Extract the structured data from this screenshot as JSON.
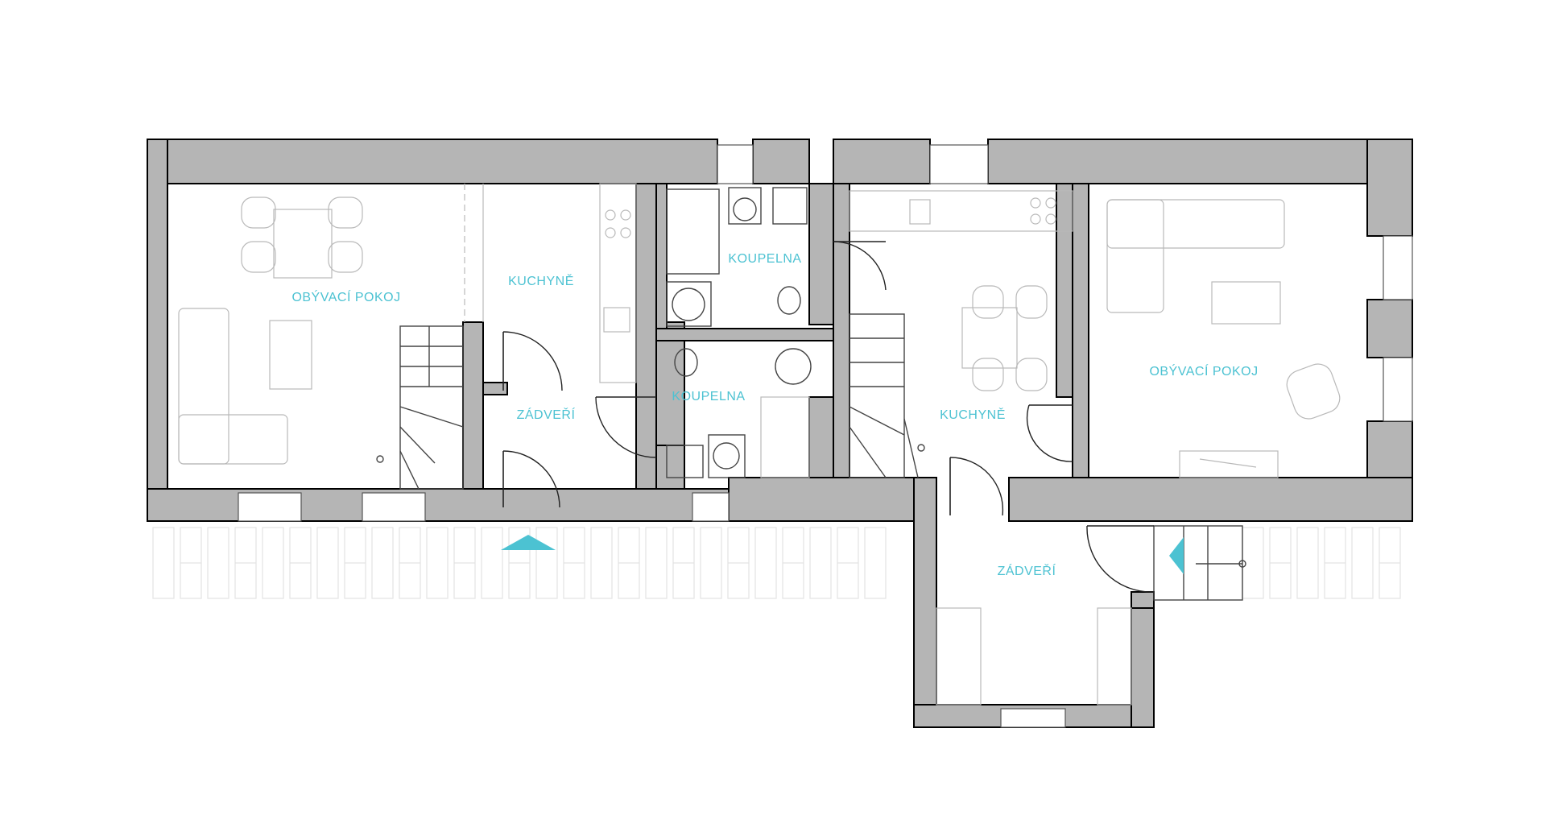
{
  "rooms": [
    {
      "label": "OBÝVACÍ POKOJ"
    },
    {
      "label": "KUCHYNĚ"
    },
    {
      "label": "KOUPELNA"
    },
    {
      "label": "KOUPELNA"
    },
    {
      "label": "ZÁDVEŘÍ"
    },
    {
      "label": "KUCHYNĚ"
    },
    {
      "label": "OBÝVACÍ POKOJ"
    },
    {
      "label": "ZÁDVEŘÍ"
    }
  ],
  "colors": {
    "walls": "#b5b5b5",
    "labels": "#4cc2d2",
    "entry_marker": "#4cc2d2"
  }
}
